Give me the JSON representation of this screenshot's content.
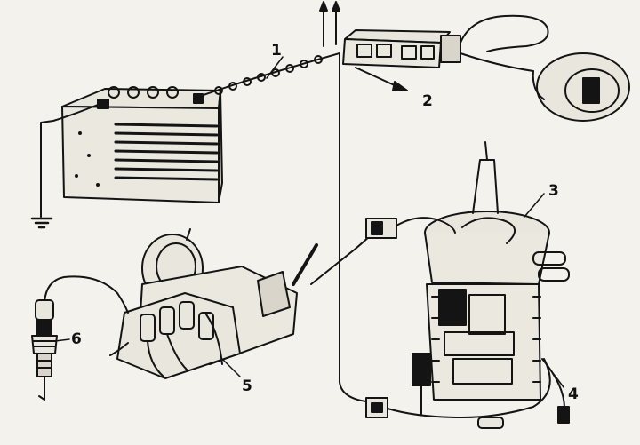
{
  "callouts": {
    "c1": "1",
    "c2": "2",
    "c3": "3",
    "c4": "4",
    "c5": "5",
    "c6": "6"
  },
  "colors": {
    "ink": "#141414",
    "paper": "#f4f2ec"
  }
}
